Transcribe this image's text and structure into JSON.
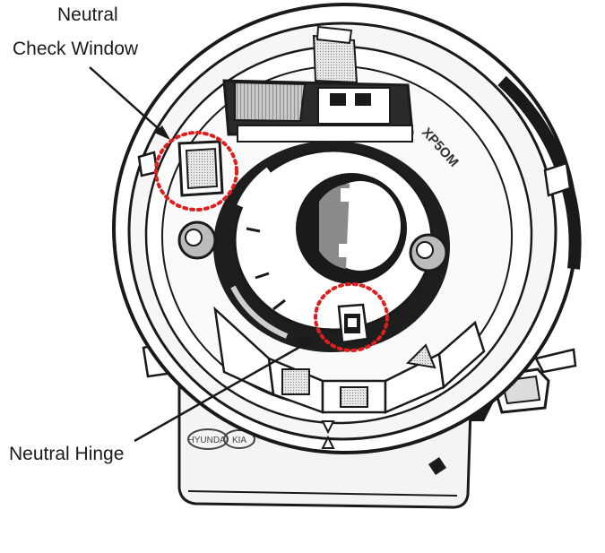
{
  "labels": {
    "neutral_check_window_line1": "Neutral",
    "neutral_check_window_line2": "Check Window",
    "neutral_hinge": "Neutral Hinge"
  },
  "body_markings": {
    "side_text": "XP5OM",
    "logo_1": "HYUNDAI",
    "logo_2": "KIA"
  },
  "colors": {
    "highlight_circle": "#e01e1e",
    "ink": "#1a1a1a",
    "shade": "#a8a8a8",
    "background": "#ffffff"
  }
}
